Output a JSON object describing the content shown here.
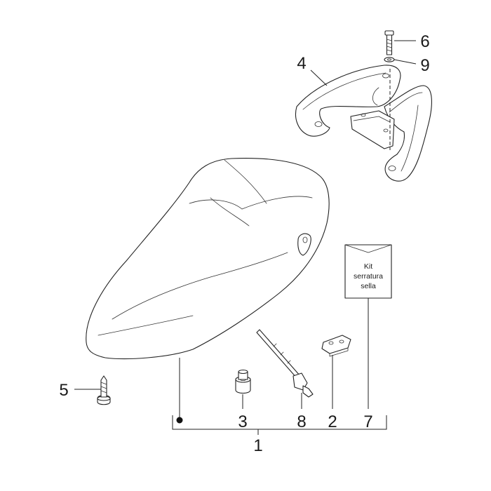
{
  "callouts": {
    "c1": "1",
    "c2": "2",
    "c3": "3",
    "c4": "4",
    "c5": "5",
    "c6": "6",
    "c7": "7",
    "c8": "8",
    "c9": "9"
  },
  "kit": {
    "line1": "Kit",
    "line2": "serratura",
    "line3": "sella"
  }
}
